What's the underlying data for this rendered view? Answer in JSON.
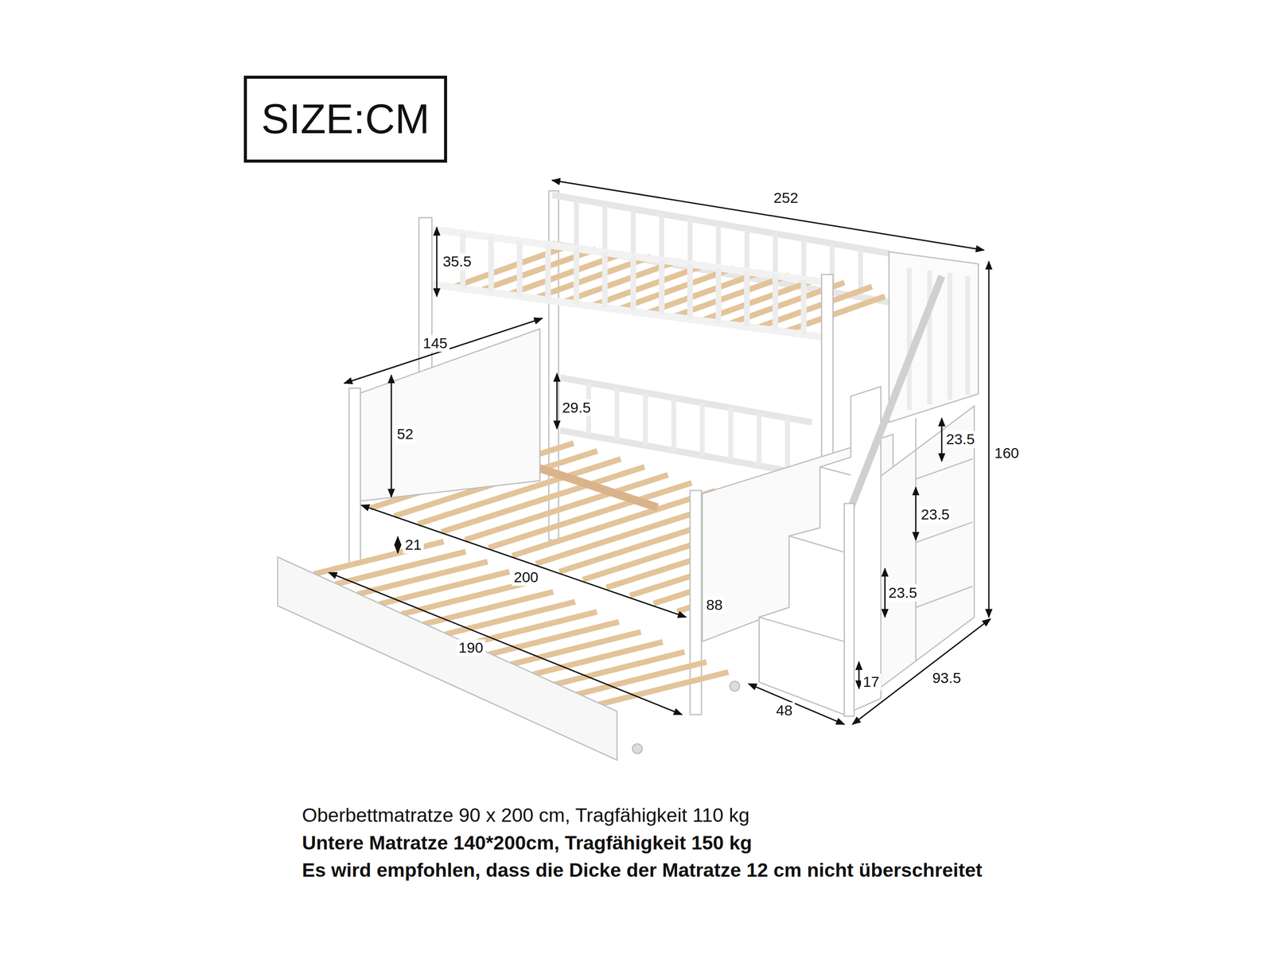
{
  "diagram": {
    "nodes": [
      {
        "text": [
          "SIZE:CM"
        ]
      }
    ],
    "labels": [
      "252",
      "35.5",
      "145",
      "29.5",
      "52",
      "23.5",
      "160",
      "23.5",
      "21",
      "200",
      "23.5",
      "88",
      "190",
      "17",
      "93.5",
      "48",
      "Oberbettmatratze 90 x 200 cm, Tragfähigkeit 110 kg",
      "Untere Matratze 140*200cm, Tragfähigkeit 150 kg",
      "Es wird empfohlen, dass die Dicke der Matratze 12 cm nicht überschreitet"
    ]
  }
}
